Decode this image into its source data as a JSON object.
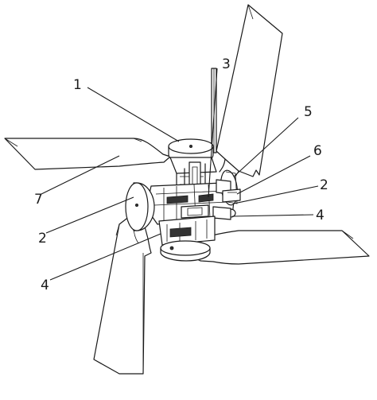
{
  "figure": {
    "callouts": [
      {
        "id": "c1",
        "text": "1"
      },
      {
        "id": "c3",
        "text": "3"
      },
      {
        "id": "c5",
        "text": "5"
      },
      {
        "id": "c6",
        "text": "6"
      },
      {
        "id": "c2r",
        "text": "2"
      },
      {
        "id": "c4r",
        "text": "4"
      },
      {
        "id": "c7",
        "text": "7"
      },
      {
        "id": "c2l",
        "text": "2"
      },
      {
        "id": "c4l",
        "text": "4"
      }
    ]
  }
}
